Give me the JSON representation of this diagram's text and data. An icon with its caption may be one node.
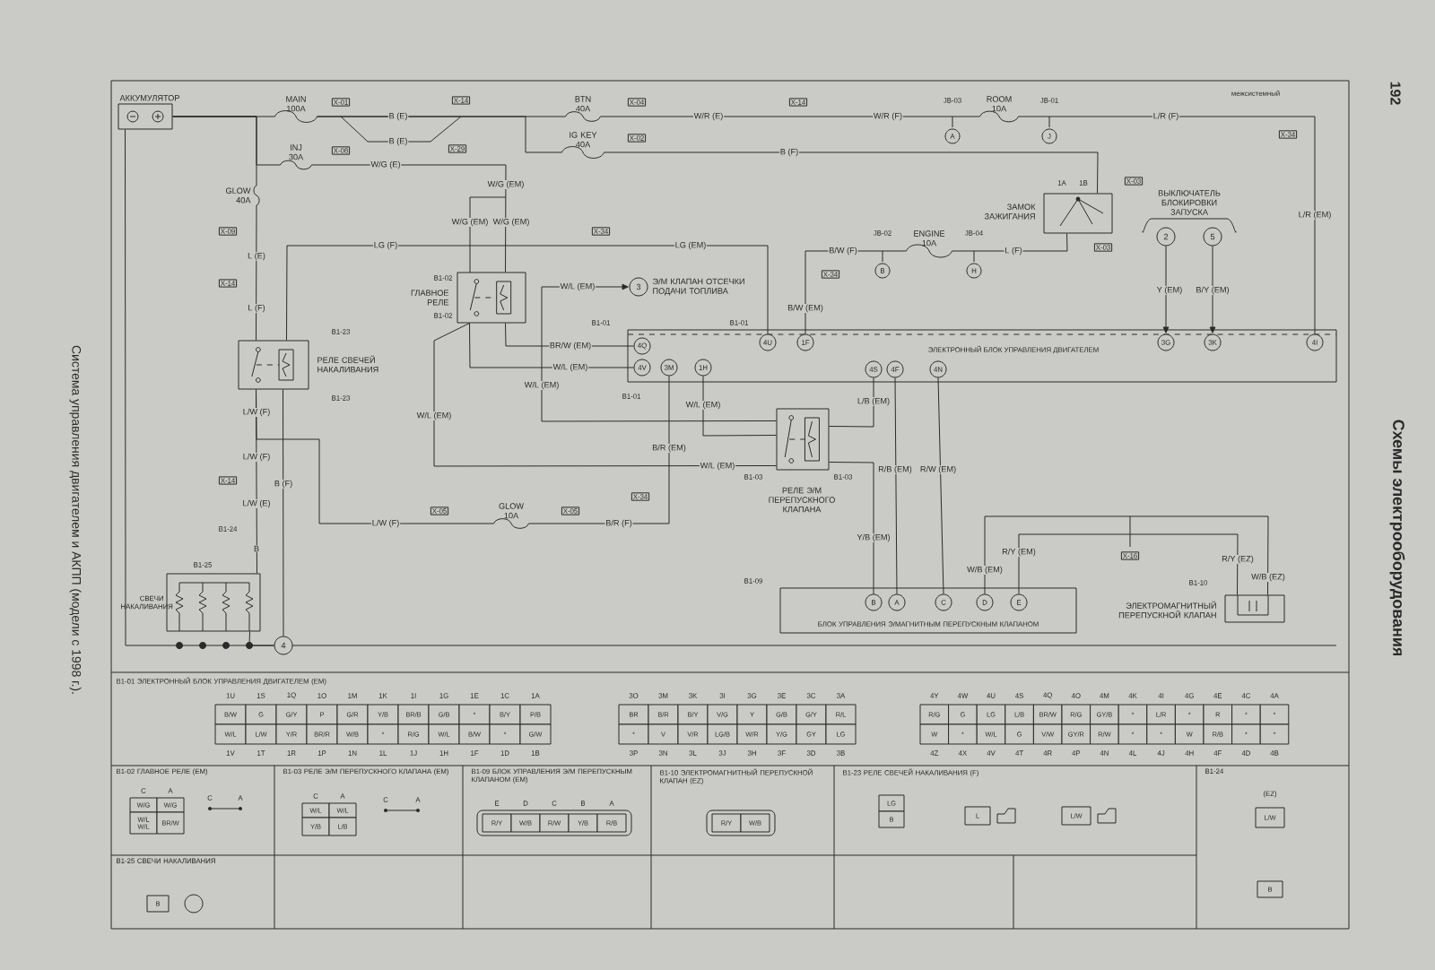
{
  "diagram": {
    "title": "Схемы электрооборудования",
    "caption": "Система управления двигателем и АКПП (модели с 1998 г.).",
    "nodes": [
      {
        "text": [
          "АККУМУЛЯТОР"
        ]
      },
      {
        "text": [
          "MAIN 100A"
        ]
      },
      {
        "text": [
          "INJ 30A"
        ]
      },
      {
        "text": [
          "GLOW 40A"
        ]
      },
      {
        "text": [
          "BTN 40A"
        ]
      },
      {
        "text": [
          "IG KEY 40A"
        ]
      },
      {
        "text": [
          "ROOM 10A"
        ]
      },
      {
        "text": [
          "ENGINE 10A"
        ]
      },
      {
        "text": [
          "РЕЛЕ СВЕЧЕЙ НАКАЛИВАНИЯ"
        ],
        "beside": [
          "B1-23",
          "B1-23"
        ]
      },
      {
        "text": [
          "ГЛАВНОЕ РЕЛЕ"
        ],
        "beside": [
          "B1-02",
          "B1-02"
        ]
      },
      {
        "text": [
          "3",
          "Э/М КЛАПАН ОТСЕЧКИ ПОДАЧИ ТОПЛИВА"
        ]
      },
      {
        "text": [
          "ЗАМОК ЗАЖИГАНИЯ"
        ]
      },
      {
        "text": [
          "2"
        ]
      },
      {
        "text": [
          "5"
        ]
      },
      {
        "text": [
          "ЭЛЕКТРОННЫЙ БЛОК УПРАВЛЕНИЯ ДВИГАТЕЛЕМ"
        ],
        "beside": [
          "B1-01",
          "B1-01",
          "B1-01"
        ]
      },
      {
        "text": [
          "4Q"
        ],
        "in": 14
      },
      {
        "text": [
          "4V"
        ],
        "in": 14
      },
      {
        "text": [
          "3M"
        ],
        "in": 14
      },
      {
        "text": [
          "1H"
        ],
        "in": 14
      },
      {
        "text": [
          "4U"
        ],
        "in": 14
      },
      {
        "text": [
          "1F"
        ],
        "in": 14
      },
      {
        "text": [
          "4S"
        ],
        "in": 14
      },
      {
        "text": [
          "4F"
        ],
        "in": 14
      },
      {
        "text": [
          "4N"
        ],
        "in": 14
      },
      {
        "text": [
          "3G"
        ],
        "in": 14
      },
      {
        "text": [
          "3K"
        ],
        "in": 14
      },
      {
        "text": [
          "4I"
        ],
        "in": 14
      },
      {
        "text": [
          "РЕЛЕ Э/М ПЕРЕПУСКНОГО КЛАПАНА"
        ],
        "beside": [
          "B1-03",
          "B1-03"
        ]
      },
      {
        "text": [
          "БЛОК УПРАВЛЕНИЯ Э/МАГНИТНЫМ ПЕРЕПУСКНЫМ КЛАПАНОМ"
        ],
        "beside": [
          "B1-09"
        ]
      },
      {
        "text": [
          "B"
        ],
        "in": 28
      },
      {
        "text": [
          "A"
        ],
        "in": 28
      },
      {
        "text": [
          "C"
        ],
        "in": 28
      },
      {
        "text": [
          "D"
        ],
        "in": 28
      },
      {
        "text": [
          "E"
        ],
        "in": 28
      },
      {
        "text": [
          "ЭЛЕКТРОМАГНИТНЫЙ ПЕРЕПУСКНОЙ КЛАПАН"
        ],
        "beside": [
          "B1-10"
        ]
      },
      {
        "text": [
          "СВЕЧИ НАКАЛИВАНИЯ"
        ],
        "beside": [
          "B1-25"
        ]
      },
      {
        "text": [
          "4"
        ]
      },
      {
        "text": [
          "GLOW 10A"
        ]
      }
    ],
    "edges": [
      {
        "from": 0,
        "to": 1,
        "arrow": "none"
      },
      {
        "from": 1,
        "to": 4,
        "arrow": "none",
        "label": "B (E)"
      },
      {
        "from": 0,
        "to": 2,
        "arrow": "none"
      },
      {
        "from": 0,
        "to": 3,
        "arrow": "none"
      },
      {
        "from": 4,
        "to": 6,
        "arrow": "none",
        "label": "W/R (F)"
      },
      {
        "from": 6,
        "to": 26,
        "arrow": "none",
        "label": "L/R (F)"
      },
      {
        "from": 1,
        "to": 5,
        "arrow": "none"
      },
      {
        "from": 5,
        "to": 11,
        "arrow": "none",
        "label": "B (F)"
      },
      {
        "from": 2,
        "to": 9,
        "arrow": "none",
        "label": "W/G (E)"
      },
      {
        "from": 3,
        "to": 8,
        "arrow": "none"
      },
      {
        "from": 8,
        "to": 19,
        "arrow": "none",
        "label": "LG (F)"
      },
      {
        "from": 27,
        "to": 10,
        "arrow": "to",
        "label": "W/L (EM)"
      },
      {
        "from": 9,
        "to": 15,
        "arrow": "none",
        "label": "BR/W (EM)"
      },
      {
        "from": 9,
        "to": 16,
        "arrow": "none",
        "label": "W/L (EM)"
      },
      {
        "from": 9,
        "to": 27,
        "arrow": "none",
        "label": "W/L (EM)"
      },
      {
        "from": 17,
        "to": 37,
        "arrow": "none",
        "label": "B/R (F)"
      },
      {
        "from": 8,
        "to": 37,
        "arrow": "none",
        "label": "L/W (F)"
      },
      {
        "from": 8,
        "to": 35,
        "arrow": "none",
        "label": "L/W (E)"
      },
      {
        "from": 8,
        "to": 36,
        "arrow": "none",
        "label": "B (F)"
      },
      {
        "from": 0,
        "to": 36,
        "arrow": "none"
      },
      {
        "from": 18,
        "to": 27,
        "arrow": "none",
        "label": "W/L (EM)"
      },
      {
        "from": 27,
        "to": 21,
        "arrow": "none",
        "label": "L/B (EM)"
      },
      {
        "from": 27,
        "to": 29,
        "arrow": "none",
        "label": "Y/B (EM)"
      },
      {
        "from": 22,
        "to": 30,
        "arrow": "none",
        "label": "R/B (EM)"
      },
      {
        "from": 23,
        "to": 31,
        "arrow": "none",
        "label": "R/W (EM)"
      },
      {
        "from": 32,
        "to": 34,
        "arrow": "none",
        "label": "W/B (EM)"
      },
      {
        "from": 33,
        "to": 34,
        "arrow": "none",
        "label": "R/Y (EM)"
      },
      {
        "from": 12,
        "to": 24,
        "arrow": "to",
        "label": "Y (EM)"
      },
      {
        "from": 13,
        "to": 25,
        "arrow": "to",
        "label": "B/Y (EM)"
      },
      {
        "from": 11,
        "to": 7,
        "arrow": "none",
        "label": "L (F)"
      },
      {
        "from": 7,
        "to": 20,
        "arrow": "none",
        "label": "B/W (F)"
      },
      {
        "from": 35,
        "to": 36,
        "arrow": "none"
      }
    ],
    "labels": [
      "X-01",
      "B (E)",
      "X-14",
      "X-04",
      "X-02",
      "X-08",
      "X-29",
      "W/G (EM)",
      "W/G (EM)",
      "W/G (EM)",
      "X-09",
      "L (E)",
      "X-14",
      "L (F)",
      "X-34",
      "LG (EM)",
      "W/R (E)",
      "X-14",
      "JB-03",
      "A",
      "JB-01",
      "J",
      "межсистемный",
      "X-34",
      "L/R (EM)",
      "1A",
      "1B",
      "X-03",
      "X-03",
      "JB-02",
      "B",
      "JB-04",
      "H",
      "X-34",
      "B/W (EM)",
      "W/L (EM)",
      "W/L (EM)",
      "B/R (EM)",
      "X-34",
      "X-05",
      "X-05",
      "L/W (F)",
      "L/W (F)",
      "X-14",
      "B1-24",
      "B",
      "X-16",
      "R/Y (EZ)",
      "W/B (EZ)",
      "ВЫКЛЮЧАТЕЛЬ БЛОКИРОВКИ ЗАПУСКА",
      "192",
      "B1-01 ЭЛЕКТРОННЫЙ БЛОК УПРАВЛЕНИЯ ДВИГАТЕЛЕМ (EM)",
      "1U",
      "1S",
      "1Q",
      "1O",
      "1M",
      "1K",
      "1I",
      "1G",
      "1E",
      "1C",
      "1A",
      "B/W",
      "G",
      "G/Y",
      "P",
      "G/R",
      "Y/B",
      "BR/B",
      "G/B",
      "*",
      "B/Y",
      "P/B",
      "W/L",
      "L/W",
      "Y/R",
      "BR/R",
      "W/B",
      "*",
      "R/G",
      "W/L",
      "B/W",
      "*",
      "G/W",
      "1V",
      "1T",
      "1R",
      "1P",
      "1N",
      "1L",
      "1J",
      "1H",
      "1F",
      "1D",
      "1B",
      "3O",
      "3M",
      "3K",
      "3I",
      "3G",
      "3E",
      "3C",
      "3A",
      "BR",
      "B/R",
      "B/Y",
      "V/G",
      "Y",
      "G/B",
      "G/Y",
      "R/L",
      "*",
      "V",
      "V/R",
      "LG/B",
      "W/R",
      "Y/G",
      "GY",
      "LG",
      "3P",
      "3N",
      "3L",
      "3J",
      "3H",
      "3F",
      "3D",
      "3B",
      "4Y",
      "4W",
      "4U",
      "4S",
      "4Q",
      "4O",
      "4M",
      "4K",
      "4I",
      "4G",
      "4E",
      "4C",
      "4A",
      "R/G",
      "G",
      "LG",
      "L/B",
      "BR/W",
      "R/G",
      "GY/B",
      "*",
      "L/R",
      "*",
      "R",
      "*",
      "*",
      "W",
      "*",
      "W/L",
      "G",
      "V/W",
      "GY/R",
      "R/W",
      "*",
      "*",
      "W",
      "R/B",
      "*",
      "*",
      "4Z",
      "4X",
      "4V",
      "4T",
      "4R",
      "4P",
      "4N",
      "4L",
      "4J",
      "4H",
      "4F",
      "4D",
      "4B",
      "B1-02 ГЛАВНОЕ РЕЛЕ (EM)",
      "C",
      "A",
      "W/G",
      "W/G",
      "W/L W/L",
      "BR/W",
      "C",
      "A",
      "B1-03 РЕЛЕ Э/М ПЕРЕПУСКНОГО КЛАПАНА (EM)",
      "C",
      "A",
      "W/L",
      "W/L",
      "Y/B",
      "L/B",
      "C",
      "A",
      "B1-09 БЛОК УПРАВЛЕНИЯ Э/М ПЕРЕПУСКНЫМ КЛАПАНОМ (EM)",
      "E",
      "D",
      "C",
      "B",
      "A",
      "R/Y",
      "W/B",
      "R/W",
      "Y/B",
      "R/B",
      "B1-10 ЭЛЕКТРОМАГНИТНЫЙ ПЕРЕПУСКНОЙ КЛАПАН (EZ)",
      "R/Y",
      "W/B",
      "B1-23 РЕЛЕ СВЕЧЕЙ НАКАЛИВАНИЯ (F)",
      "LG",
      "B",
      "L",
      "L/W",
      "B1-24",
      "(EZ)",
      "L/W",
      "B",
      "B1-25 СВЕЧИ НАКАЛИВАНИЯ",
      "B"
    ]
  }
}
